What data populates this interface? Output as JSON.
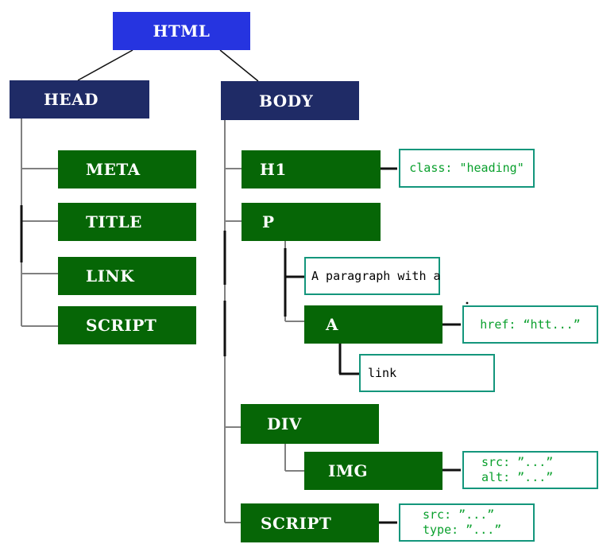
{
  "colors": {
    "element_blue": "#2634e0",
    "element_navy": "#1f2b66",
    "element_green": "#066606",
    "annotation_border": "#14967c",
    "annotation_text": "#0aa02d",
    "label_text": "#ffffff",
    "connector_gray": "#808080",
    "connector_black": "#111111"
  },
  "tree": {
    "html": {
      "label": "HTML"
    },
    "head": {
      "label": "HEAD"
    },
    "body": {
      "label": "BODY"
    },
    "meta": {
      "label": "META"
    },
    "title": {
      "label": "TITLE"
    },
    "link": {
      "label": "LINK"
    },
    "head_script": {
      "label": "SCRIPT"
    },
    "h1": {
      "label": "H1"
    },
    "p": {
      "label": "P"
    },
    "a": {
      "label": "A"
    },
    "div": {
      "label": "DIV"
    },
    "img": {
      "label": "IMG"
    },
    "body_script": {
      "label": "SCRIPT"
    }
  },
  "text_nodes": {
    "p_text": {
      "text": "A paragraph with a"
    },
    "a_text": {
      "text": "link"
    }
  },
  "annotations": {
    "h1_attr": {
      "text": "class: \"heading\""
    },
    "a_attr": {
      "text": "href: “htt...”"
    },
    "img_attr": {
      "line1": "src: ”...”",
      "line2": "alt: ”...”"
    },
    "script_attr": {
      "line1": "src: ”...”",
      "line2": "type: ”...”"
    }
  }
}
